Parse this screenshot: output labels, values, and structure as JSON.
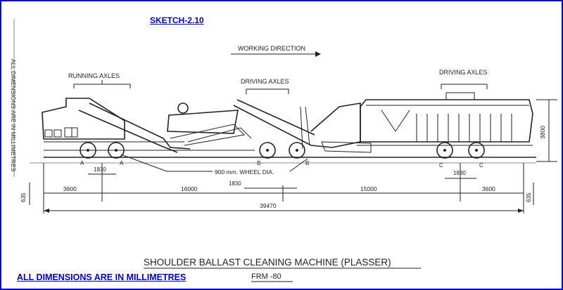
{
  "sketch_label": "SKETCH-2.10",
  "working_direction": "WORKING DIRECTION",
  "side_note": "ALL DIMENSIONS ARE IN MILLIMETRES",
  "labels": {
    "running_axles": "RUNNING AXLES",
    "driving_axles_mid": "DRIVING AXLES",
    "driving_axles_right": "DRIVING AXLES",
    "wheel_dia": "900 mm. WHEEL DIA."
  },
  "axle_marks": {
    "a1": "A",
    "a2": "A",
    "b1": "B",
    "b2": "B",
    "c1": "C",
    "c2": "C"
  },
  "dimensions": {
    "axle_spacing_a": "1830",
    "axle_spacing_b": "1830",
    "axle_spacing_c": "1830",
    "left_overhang": "3600",
    "span_a_to_b": "16000",
    "span_b_to_c": "15000",
    "right_overhang": "3600",
    "overall_length": "39470",
    "height": "3800",
    "buffer_height_left": "635",
    "buffer_height_right": "635"
  },
  "caption_title": "SHOULDER BALLAST CLEANING MACHINE (PLASSER)",
  "caption_model": "FRM -80",
  "bottom_note": "ALL DIMENSIONS ARE IN MILLIMETRES"
}
